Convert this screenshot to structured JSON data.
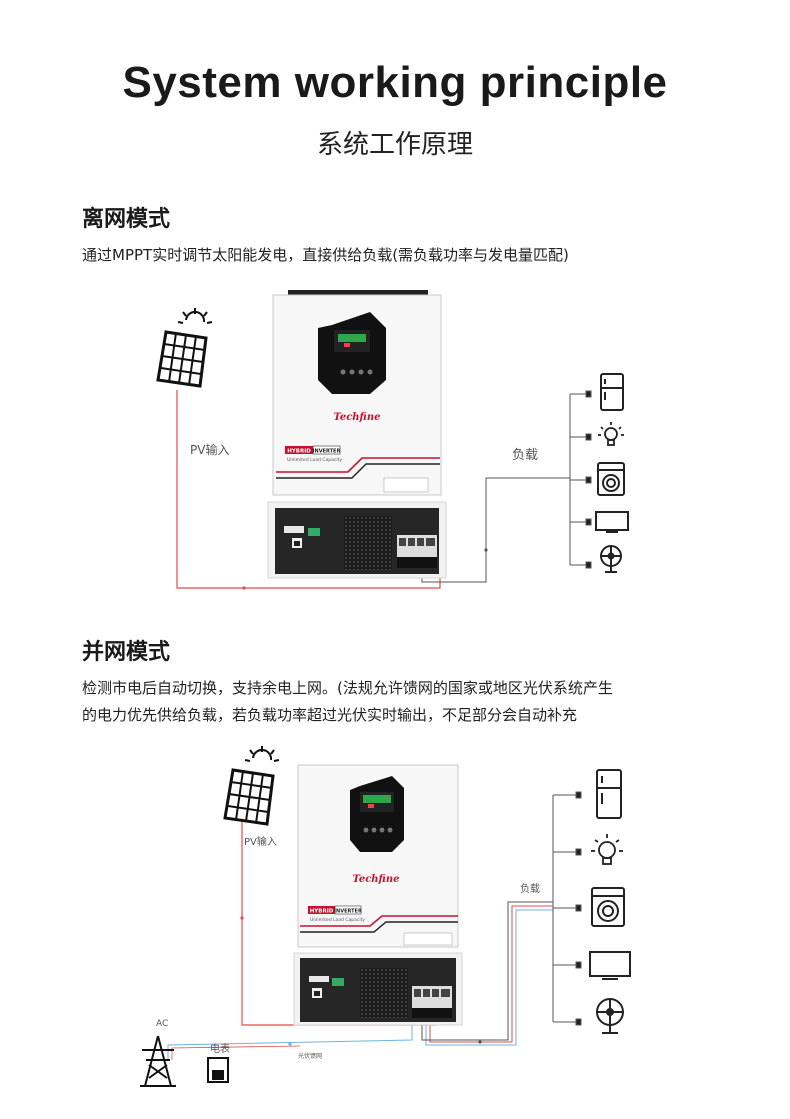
{
  "header": {
    "title": "System working principle",
    "subtitle": "系统工作原理"
  },
  "off_grid": {
    "heading": "离网模式",
    "description": "通过MPPT实时调节太阳能发电，直接供给负载(需负载功率与发电量匹配)",
    "pv_label": "PV输入",
    "load_label": "负载",
    "brand": "Techfine",
    "product_badge_left": "HYBRID",
    "product_badge_right": "INVERTER",
    "product_tagline": "Unlimited Load Capacity"
  },
  "on_grid": {
    "heading": "并网模式",
    "description_line1": "检测市电后自动切换，支持余电上网。(法规允许馈网的国家或地区光伏系统产生",
    "description_line2": "的电力优先供给负载，若负载功率超过光伏实时输出，不足部分会自动补充",
    "pv_label": "PV输入",
    "load_label": "负载",
    "ac_label": "AC",
    "meter_label": "电表",
    "feed_label": "光伏馈网",
    "brand": "Techfine",
    "product_badge_left": "HYBRID",
    "product_badge_right": "INVERTER",
    "product_tagline": "Unlimited Load Capacity"
  },
  "colors": {
    "pv_line": "#e84a4a",
    "load_line": "#555555",
    "grid_line": "#6fb3e0",
    "accent_red": "#c8102e"
  }
}
